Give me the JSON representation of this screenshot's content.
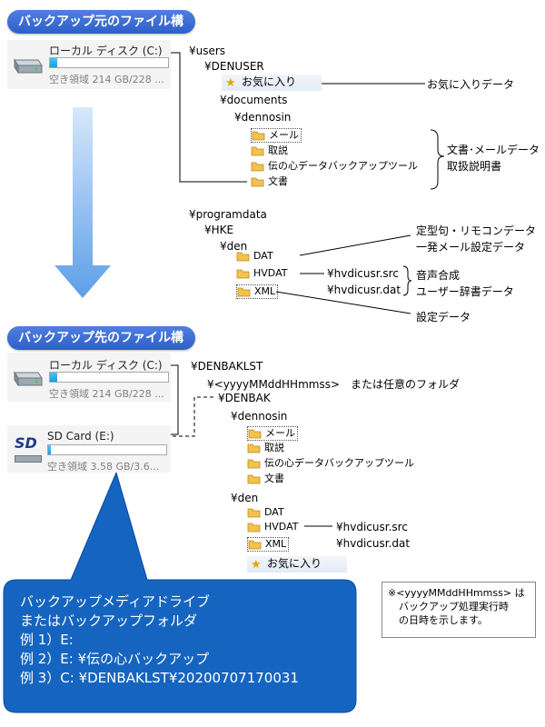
{
  "source": {
    "banner": "バックアップ元のファイル構成",
    "drive": {
      "name": "ローカル ディスク (C:)",
      "free": "空き領域 214 GB/228 ...",
      "used_fraction": 0.06
    },
    "tree": {
      "users": "¥users",
      "denuser": "¥DENUSER",
      "favorites": "お気に入り",
      "documents": "¥documents",
      "dennosin": "¥dennosin",
      "mail": "メール",
      "torisetsu": "取説",
      "denno_backup": "伝の心データバックアップツール",
      "bunsho": "文書",
      "programdata": "¥programdata",
      "hke": "¥HKE",
      "den": "¥den",
      "dat": "DAT",
      "hvdat": "HVDAT",
      "xml": "XML",
      "hvdicusr_src": "¥hvdicusr.src",
      "hvdicusr_dat": "¥hvdicusr.dat"
    },
    "annotations": {
      "favorites_data": "お気に入りデータ",
      "doc_mail_data": "文書･メールデータ",
      "manual": "取扱説明書",
      "phrase_remote": "定型句・リモコンデータ",
      "bulk_mail": "一発メール設定データ",
      "voice_synth": "音声合成",
      "user_dict": "ユーザー辞書データ",
      "settings": "設定データ"
    }
  },
  "dest": {
    "banner": "バックアップ先のファイル構成",
    "drive_c": {
      "name": "ローカル ディスク (C:)",
      "free": "空き領域 214 GB/228 ...",
      "used_fraction": 0.06
    },
    "drive_sd": {
      "icon_text": "SD",
      "name": "SD Card (E:)",
      "free": "空き領域 3.58 GB/3.6...",
      "used_fraction": 0.02
    },
    "tree": {
      "denbaklst": "¥DENBAKLST",
      "datefolder": "¥<yyyyMMddHHmmss>　または任意のフォルダ",
      "denbak": "¥DENBAK",
      "dennosin": "¥dennosin",
      "mail": "メール",
      "torisetsu": "取説",
      "denno_backup": "伝の心データバックアップツール",
      "bunsho": "文書",
      "den": "¥den",
      "dat": "DAT",
      "hvdat": "HVDAT",
      "xml": "XML",
      "hvdicusr_src": "¥hvdicusr.src",
      "hvdicusr_dat": "¥hvdicusr.dat",
      "favorites": "お気に入り"
    },
    "note": [
      "※<yyyyMMddHHmmss> は",
      "バックアップ処理実行時",
      "の日時を示します。"
    ]
  },
  "callout": {
    "lines": [
      "バックアップメディアドライブ",
      "またはバックアップフォルダ",
      "例 1）E:",
      "例 2）E: ¥伝の心バックアップ",
      "例 3）C: ¥DENBAKLST¥20200707170031"
    ]
  },
  "colors": {
    "banner": "#2e5fc9",
    "arrow": "#6aaaf0",
    "callout": "#1565c0",
    "folder": "#f2c14e",
    "bar_fill": "#1a9be0"
  }
}
